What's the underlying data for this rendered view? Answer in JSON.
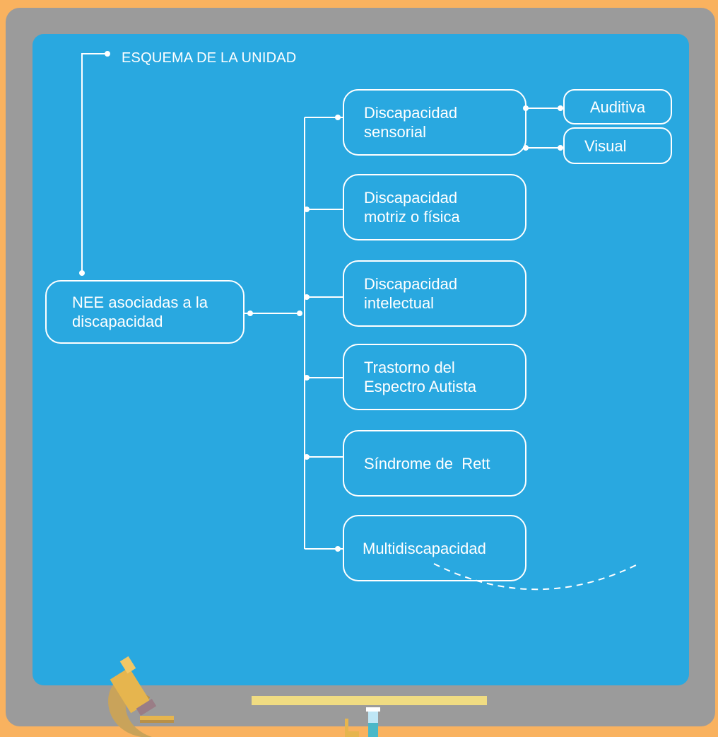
{
  "title": "ESQUEMA DE LA UNIDAD",
  "root": {
    "label": "NEE  asociadas a la discapacidad"
  },
  "categories": [
    {
      "label": "Discapacidad sensorial"
    },
    {
      "label": "Discapacidad motriz o física"
    },
    {
      "label": "Discapacidad intelectual"
    },
    {
      "label": "Trastorno del Espectro Autista"
    },
    {
      "label": "Síndrome de  Rett"
    },
    {
      "label": "Multidiscapacidad"
    }
  ],
  "subcategories": [
    {
      "label": "Auditiva"
    },
    {
      "label": "Visual"
    }
  ],
  "colors": {
    "background": "#f9b25f",
    "frame": "#9b9b9b",
    "board": "#29a8e0",
    "lines": "#ffffff",
    "shelf": "#f0dc82"
  },
  "icons": [
    "microscope-icon",
    "test-tube-icon"
  ]
}
